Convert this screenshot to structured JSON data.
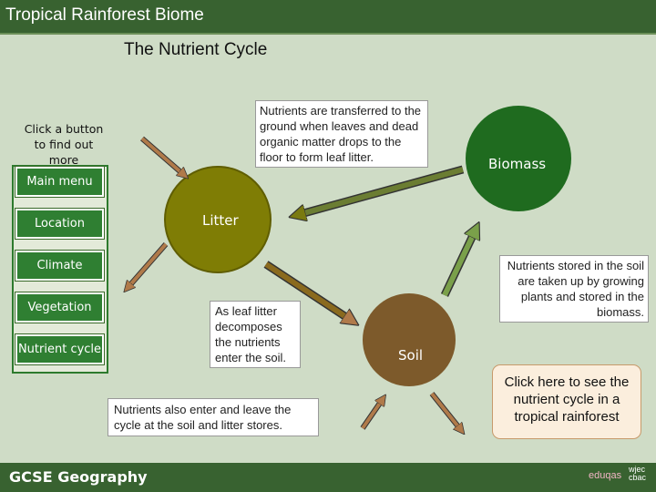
{
  "header": {
    "title": "Tropical Rainforest Biome"
  },
  "diagram": {
    "subtitle": "The Nutrient Cycle",
    "hint": "Click a button to find out more",
    "nodes": {
      "biomass": "Biomass",
      "litter": "Litter",
      "soil": "Soil"
    },
    "notes": {
      "litter_fall": "Nutrients are transferred to the ground when leaves and dead organic matter drops to the floor to form leaf litter.",
      "decompose": "As leaf litter decomposes the nutrients enter the soil.",
      "uptake": "Nutrients stored in the soil are taken up by growing plants and stored in the biomass.",
      "exchange": "Nutrients also enter and leave the cycle at the soil and litter stores."
    },
    "cta": "Click here to see the nutrient cycle in a tropical rainforest"
  },
  "menu": {
    "items": [
      "Main menu",
      "Location",
      "Climate",
      "Vegetation",
      "Nutrient cycle"
    ]
  },
  "footer": {
    "label": "GCSE Geography",
    "logo_eduqas": "eduqas",
    "logo_wjec": "wjec cbac"
  },
  "colors": {
    "header": "#386230",
    "background": "#cfdcc6",
    "menu_button": "#2f7f32",
    "biomass": "#1f6b1f",
    "litter": "#7f7d05",
    "soil": "#7d5a2b",
    "arrow_green": "#7aa04a",
    "arrow_brown": "#b07a4a"
  }
}
